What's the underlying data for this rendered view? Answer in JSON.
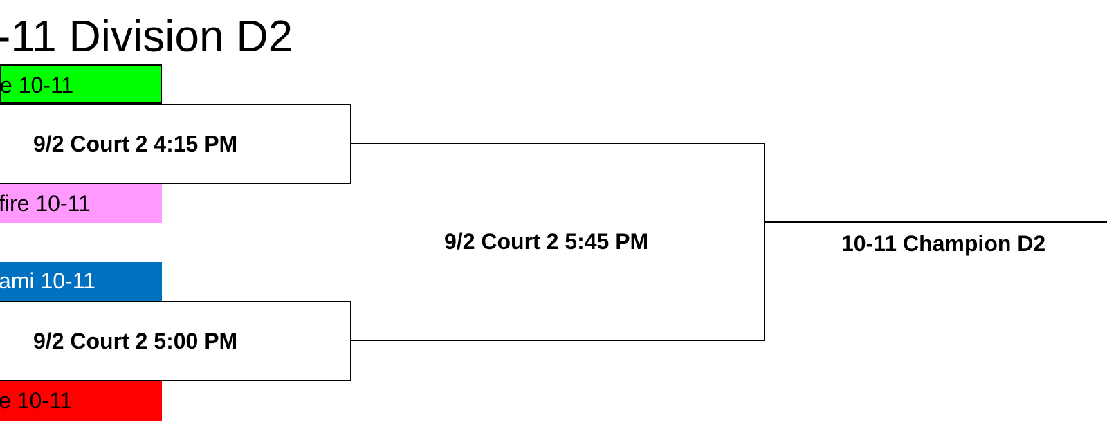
{
  "bracket": {
    "title": "-11 Division D2",
    "teams": [
      {
        "name": "e 10-11",
        "color": "#00ff00"
      },
      {
        "name": "fire 10-11",
        "color": "#ff99ff"
      },
      {
        "name": "ami 10-11",
        "color": "#0070c0"
      },
      {
        "name": "e 10-11",
        "color": "#ff0000"
      }
    ],
    "games": {
      "game1": "9/2 Court 2 4:15 PM",
      "game2": "9/2 Court 2 5:00 PM",
      "final": "9/2 Court 2 5:45 PM"
    },
    "champion": "10-11 Champion D2"
  }
}
